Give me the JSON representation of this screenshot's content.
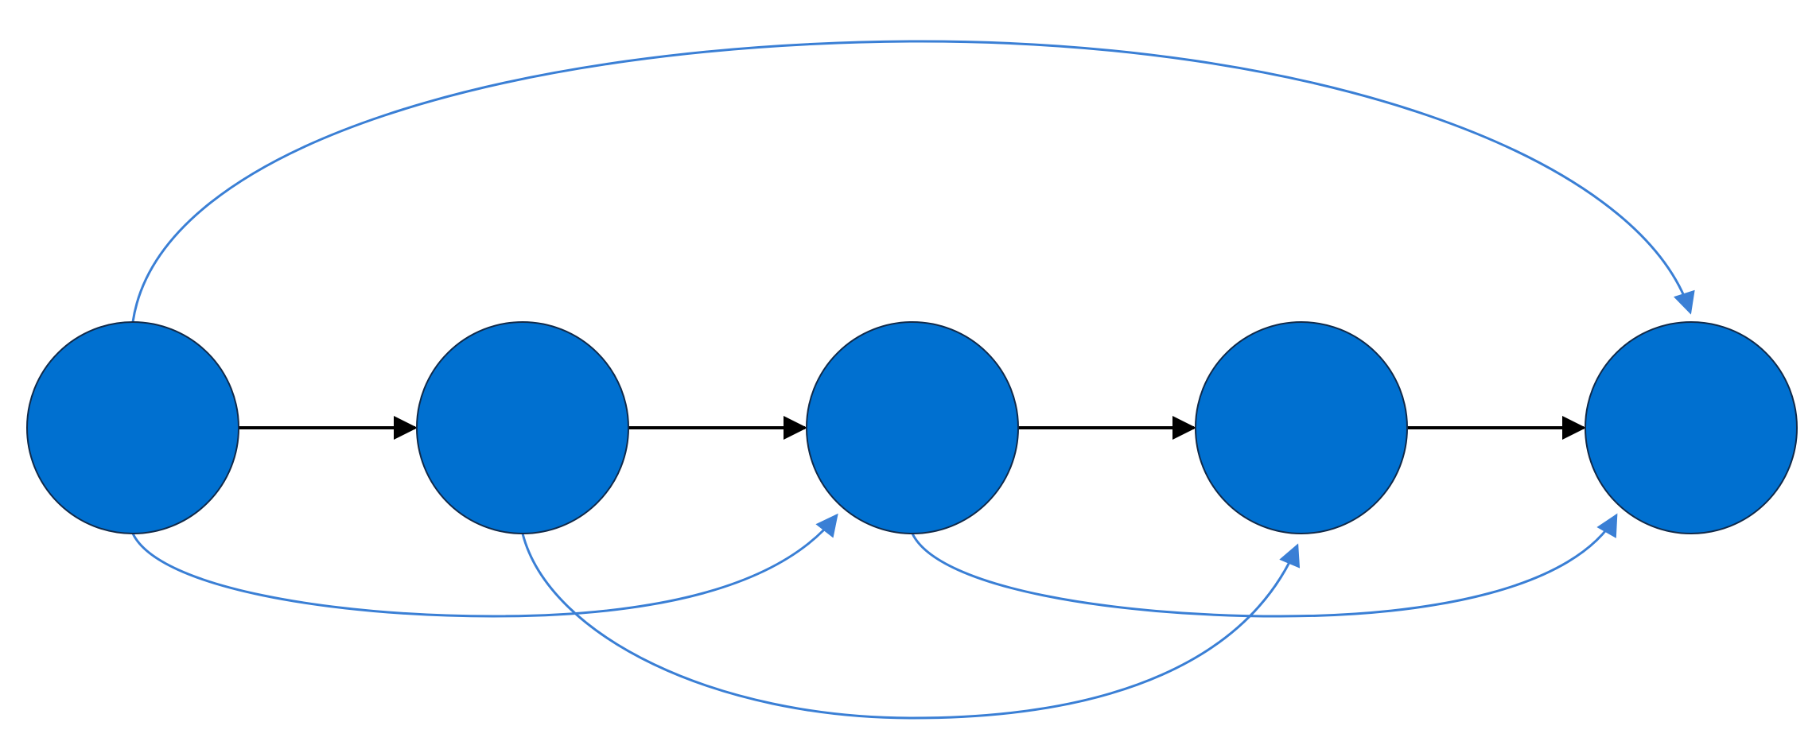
{
  "colors": {
    "background": "#ffffff",
    "node_fill": "#0070d0",
    "node_stroke": "#102a4a",
    "edge_primary": "#000000",
    "edge_skip": "#3a7fd5"
  },
  "nodes": [
    {
      "id": "n1"
    },
    {
      "id": "n2"
    },
    {
      "id": "n3"
    },
    {
      "id": "n4"
    },
    {
      "id": "n5"
    }
  ],
  "edges": [
    {
      "from": "n1",
      "to": "n2",
      "kind": "primary"
    },
    {
      "from": "n2",
      "to": "n3",
      "kind": "primary"
    },
    {
      "from": "n3",
      "to": "n4",
      "kind": "primary"
    },
    {
      "from": "n4",
      "to": "n5",
      "kind": "primary"
    },
    {
      "from": "n1",
      "to": "n5",
      "kind": "skip"
    },
    {
      "from": "n1",
      "to": "n3",
      "kind": "skip"
    },
    {
      "from": "n2",
      "to": "n4",
      "kind": "skip"
    },
    {
      "from": "n3",
      "to": "n5",
      "kind": "skip"
    }
  ]
}
